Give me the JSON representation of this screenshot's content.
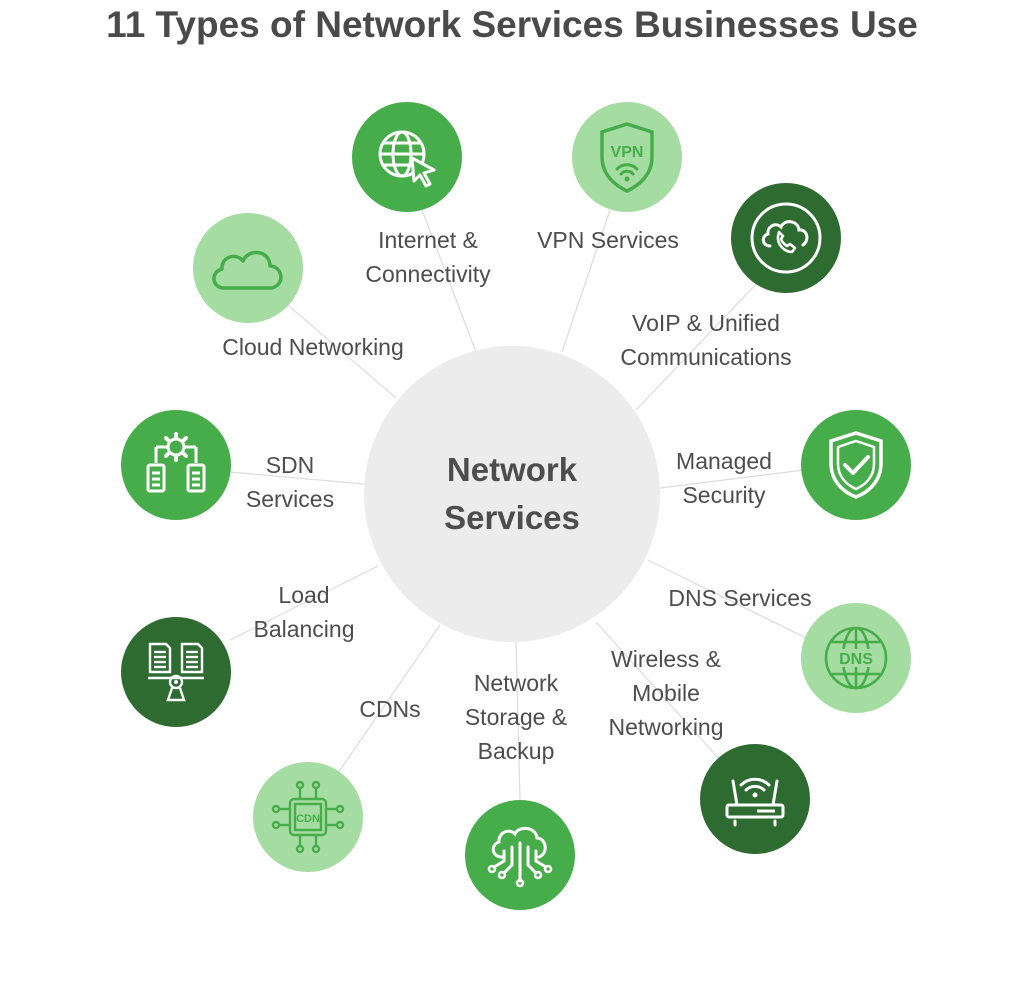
{
  "title": "11 Types of Network Services Businesses Use",
  "center": {
    "line1": "Network",
    "line2": "Services"
  },
  "colors": {
    "dark": "#2e6b31",
    "mid": "#47ad4a",
    "light": "#a4dca1",
    "hub": "#ececec"
  },
  "services": [
    {
      "label": "Internet &\nConnectivity",
      "icon": "globe-cursor-icon",
      "shade": "mid"
    },
    {
      "label": "VPN Services",
      "icon": "vpn-shield-icon",
      "icon_text": "VPN",
      "shade": "light"
    },
    {
      "label": "VoIP & Unified\nCommunications",
      "icon": "cloud-phone-icon",
      "shade": "dark"
    },
    {
      "label": "Managed\nSecurity",
      "icon": "shield-check-icon",
      "shade": "mid"
    },
    {
      "label": "DNS Services",
      "icon": "dns-globe-icon",
      "icon_text": "DNS",
      "shade": "light"
    },
    {
      "label": "Wireless &\nMobile\nNetworking",
      "icon": "wifi-router-icon",
      "shade": "dark"
    },
    {
      "label": "Network\nStorage &\nBackup",
      "icon": "cloud-network-icon",
      "shade": "mid"
    },
    {
      "label": "CDNs",
      "icon": "cdn-chip-icon",
      "icon_text": "CDN",
      "shade": "light"
    },
    {
      "label": "Load\nBalancing",
      "icon": "load-balancer-icon",
      "shade": "dark"
    },
    {
      "label": "SDN\nServices",
      "icon": "sdn-gear-icon",
      "shade": "mid"
    },
    {
      "label": "Cloud Networking",
      "icon": "cloud-icon",
      "shade": "light"
    }
  ]
}
